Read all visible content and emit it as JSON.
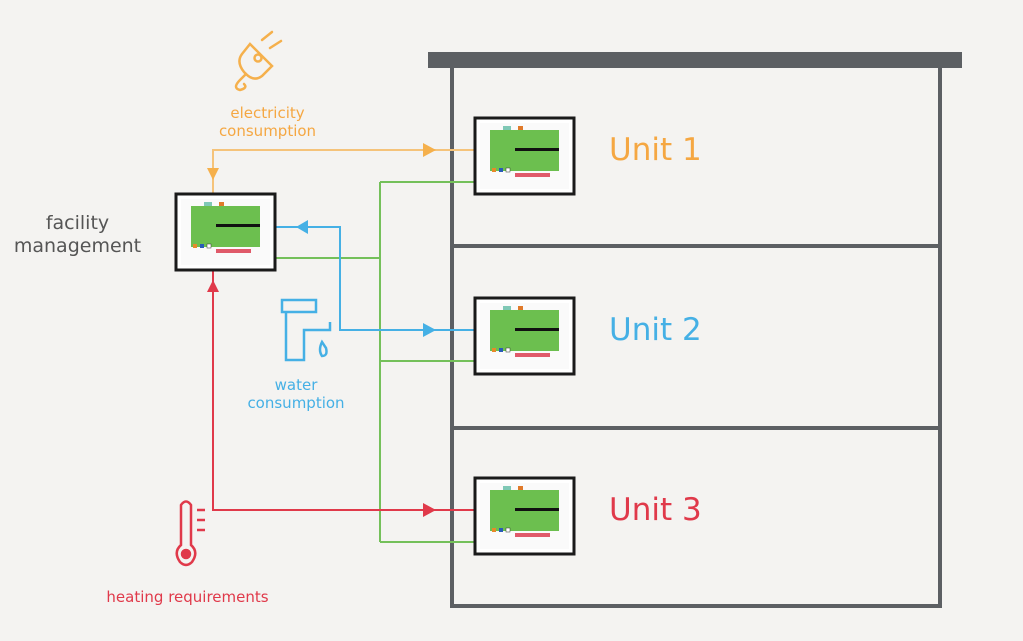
{
  "colors": {
    "electricity": "#f5a742",
    "water": "#45b0e5",
    "heating": "#e0394a",
    "network": "#74c05a",
    "building": "#5c5f63",
    "text": "#555555"
  },
  "facility": {
    "label_line1": "facility",
    "label_line2": "management"
  },
  "electricity": {
    "line1": "electricity",
    "line2": "consumption",
    "icon": "plug-icon"
  },
  "water": {
    "line1": "water",
    "line2": "consumption",
    "icon": "faucet-icon"
  },
  "heating": {
    "label": "heating requirements",
    "icon": "thermometer-icon"
  },
  "units": [
    {
      "label": "Unit 1"
    },
    {
      "label": "Unit 2"
    },
    {
      "label": "Unit 3"
    }
  ]
}
